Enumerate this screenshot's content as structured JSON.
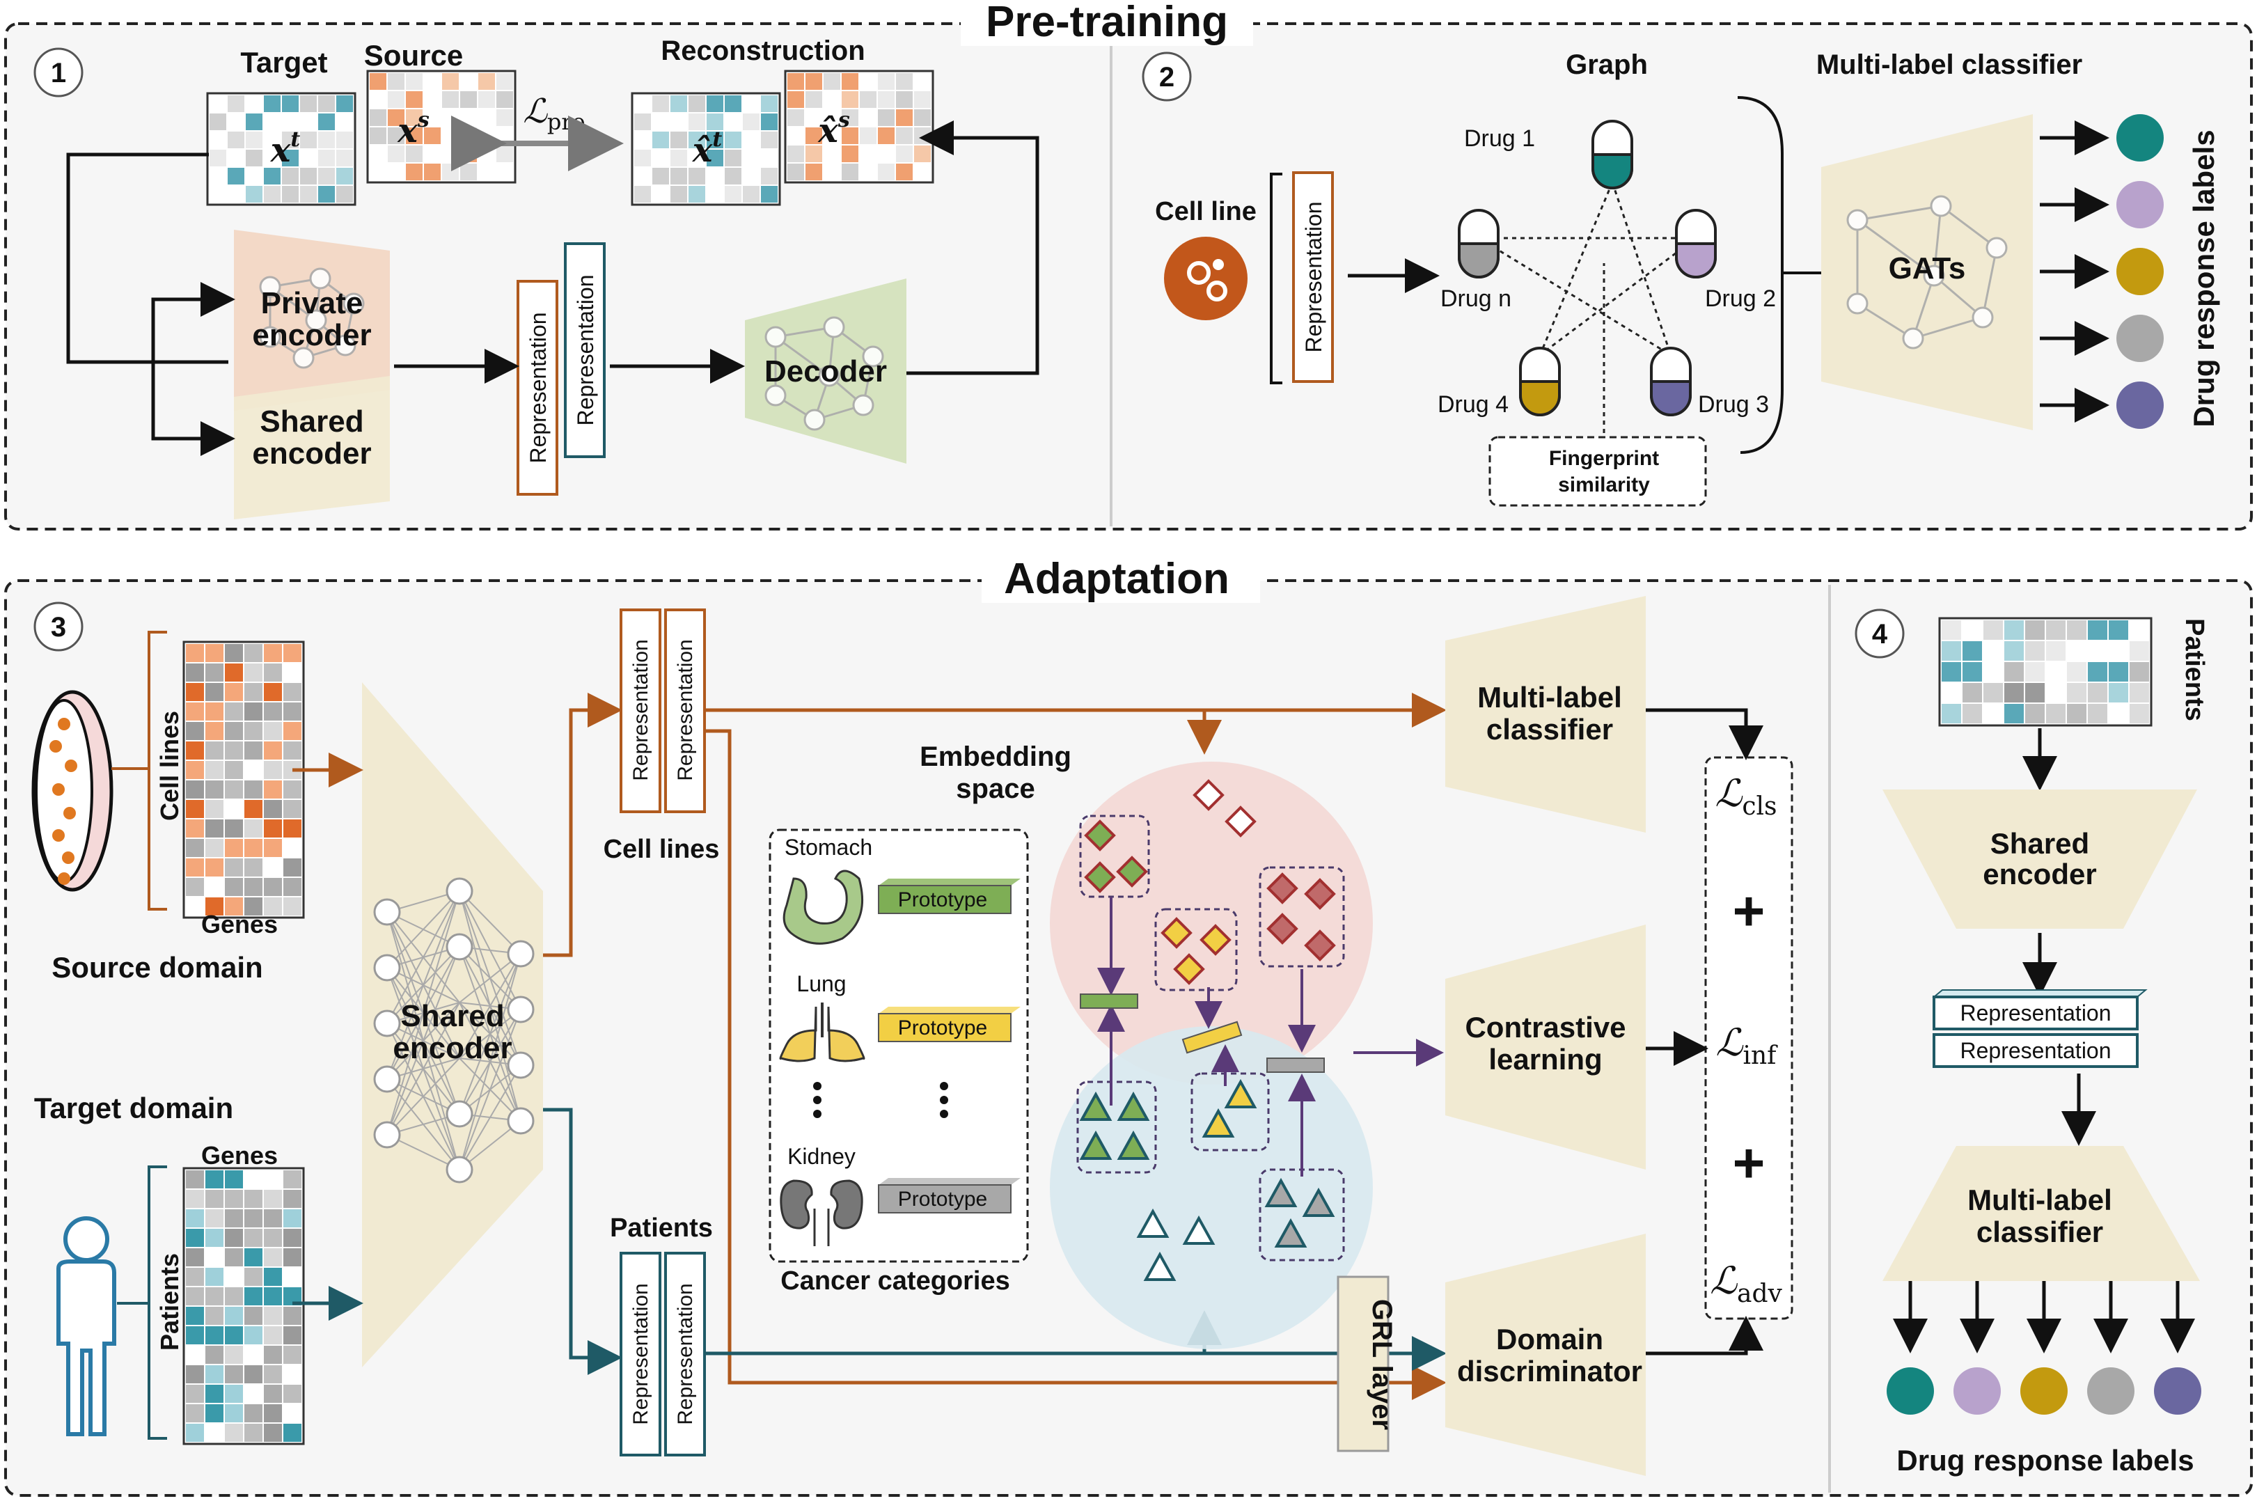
{
  "sections": {
    "pretraining_title": "Pre-training",
    "adaptation_title": "Adaptation"
  },
  "panel_numbers": [
    "1",
    "2",
    "3",
    "4"
  ],
  "panel1": {
    "target_label": "Target",
    "source_label": "Source",
    "reconstruction_label": "Reconstruction",
    "xt": "x",
    "xt_sup": "t",
    "xs": "x",
    "xs_sup": "s",
    "xt_hat": "x̂",
    "xt_hat_sup": "t",
    "xs_hat": "x̂",
    "xs_hat_sup": "s",
    "loss_pre": "ℒ",
    "loss_pre_sub": "pre",
    "private_encoder": [
      "Private",
      "encoder"
    ],
    "shared_encoder": [
      "Shared",
      "encoder"
    ],
    "representation": "Representation",
    "decoder": "Decoder"
  },
  "panel2": {
    "graph_label": "Graph",
    "classifier_label": "Multi-label classifier",
    "cell_line": "Cell line",
    "representation": "Representation",
    "drugs": [
      "Drug 1",
      "Drug 2",
      "Drug 3",
      "Drug 4",
      "Drug n"
    ],
    "fingerprint": [
      "Fingerprint",
      "similarity"
    ],
    "gats": "GATs",
    "drug_response_labels": "Drug response labels"
  },
  "panel3": {
    "cell_lines_axis": "Cell lines",
    "genes_axis": "Genes",
    "source_domain": "Source domain",
    "target_domain": "Target domain",
    "genes_axis_2": "Genes",
    "patients_axis": "Patients",
    "shared_encoder": [
      "Shared",
      "encoder"
    ],
    "representation": "Representation",
    "cell_lines_caption": "Cell lines",
    "patients_caption": "Patients",
    "embedding_space": [
      "Embedding",
      "space"
    ],
    "organs": [
      "Stomach",
      "Lung",
      "Kidney"
    ],
    "prototype": "Prototype",
    "cancer_categories": "Cancer categories",
    "multilabel_classifier": [
      "Multi-label",
      "classifier"
    ],
    "contrastive_learning": [
      "Contrastive",
      "learning"
    ],
    "domain_discriminator": [
      "Domain",
      "discriminator"
    ],
    "grl_layer": "GRL layer",
    "loss_cls": "ℒ",
    "loss_cls_sub": "cls",
    "loss_inf": "ℒ",
    "loss_inf_sub": "inf",
    "loss_adv": "ℒ",
    "loss_adv_sub": "adv",
    "plus": "+"
  },
  "panel4": {
    "patients": "Patients",
    "shared_encoder": [
      "Shared",
      "encoder"
    ],
    "representation": "Representation",
    "multilabel_classifier": [
      "Multi-label",
      "classifier"
    ],
    "drug_response_labels": "Drug response labels"
  },
  "colors": {
    "source": "#b05a1e",
    "target": "#1f5a66",
    "teal": "#14857f",
    "lavender": "#b8a2cc",
    "gold": "#c39a0f",
    "gray": "#a8a8a8",
    "indigo": "#6a67a0",
    "encoder_fill": "#f1ead2",
    "private_fill": "#f2d7c4",
    "decoder_fill": "#d6e3bf",
    "source_circle": "#f3d9d6",
    "target_circle": "#d8e9ef"
  }
}
